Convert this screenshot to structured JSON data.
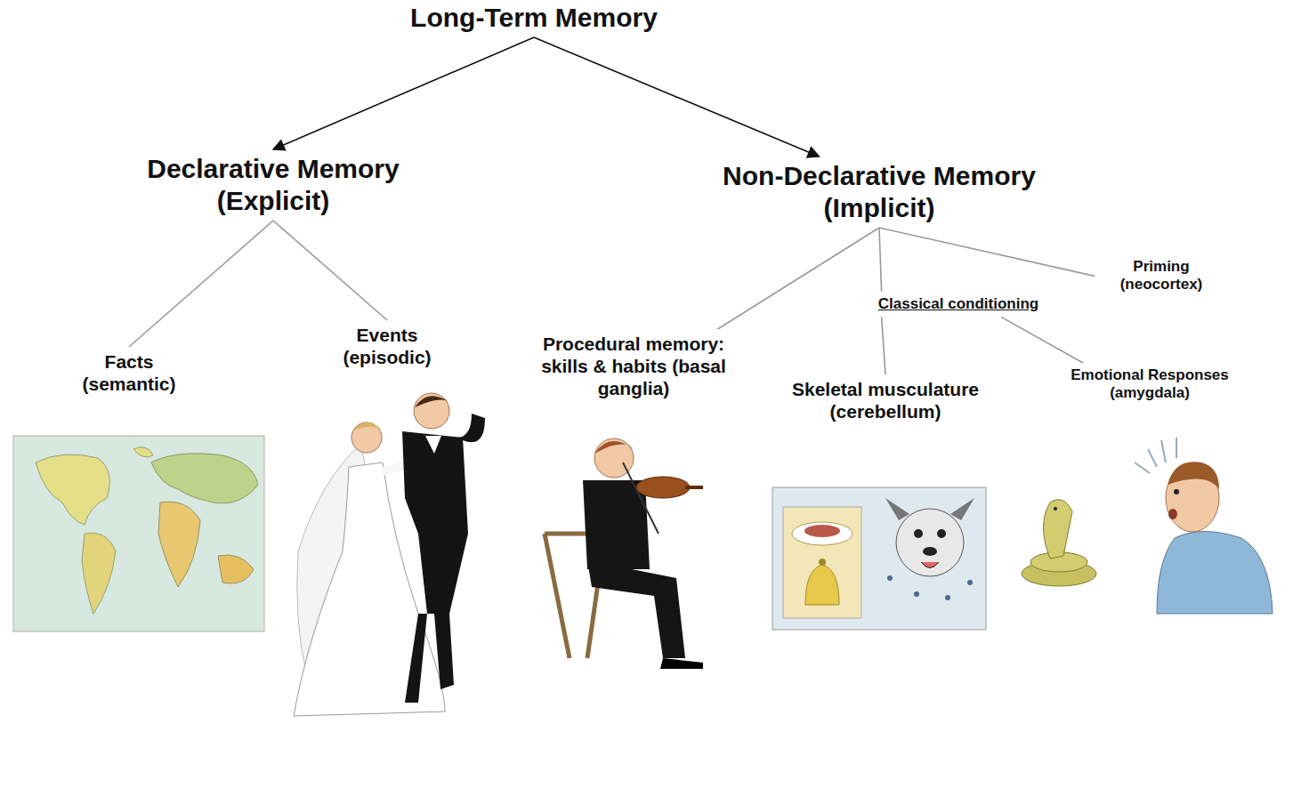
{
  "diagram": {
    "nodes": [
      {
        "text": [
          "Long-Term Memory"
        ]
      },
      {
        "text": [
          "Declarative Memory (Explicit)"
        ]
      },
      {
        "text": [
          "Non-Declarative Memory (Implicit)"
        ]
      },
      {
        "text": [
          "Facts (semantic)"
        ]
      },
      {
        "text": [
          "Events (episodic)"
        ]
      },
      {
        "text": [
          "Procedural memory: skills & habits (basal ganglia)"
        ]
      },
      {
        "text": [
          "Classical conditioning"
        ]
      },
      {
        "text": [
          "Priming (neocortex)"
        ]
      },
      {
        "text": [
          "Skeletal musculature (cerebellum)"
        ]
      },
      {
        "text": [
          "Emotional Responses (amygdala)"
        ]
      }
    ],
    "edges": [
      {
        "from": 0,
        "to": 1,
        "arrow": "to"
      },
      {
        "from": 0,
        "to": 2,
        "arrow": "to"
      },
      {
        "from": 1,
        "to": 3,
        "arrow": "none"
      },
      {
        "from": 1,
        "to": 4,
        "arrow": "none"
      },
      {
        "from": 2,
        "to": 5,
        "arrow": "none"
      },
      {
        "from": 2,
        "to": 6,
        "arrow": "none"
      },
      {
        "from": 2,
        "to": 7,
        "arrow": "none"
      },
      {
        "from": 6,
        "to": 8,
        "arrow": "none"
      },
      {
        "from": 6,
        "to": 9,
        "arrow": "none"
      }
    ]
  }
}
